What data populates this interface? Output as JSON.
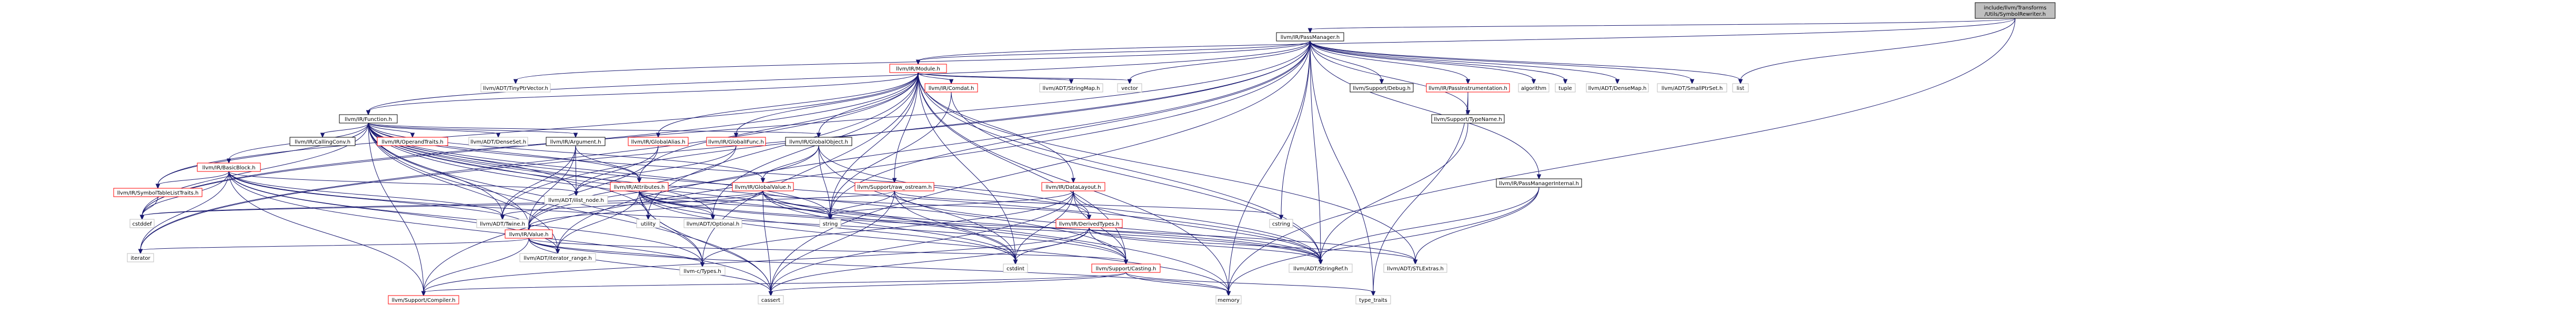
{
  "colors": {
    "root_fill": "#bfbfbf",
    "root_stroke": "#000000",
    "node_fill": "#ffffff",
    "node_stroke": "#000000",
    "red_stroke": "#ff0000",
    "grey_stroke": "#bfbfbf",
    "text": "#000000",
    "edge": "#191970"
  },
  "nodes": [
    {
      "id": "root",
      "label": [
        "include/llvm/Transforms",
        "/Utils/SymbolRewriter.h"
      ],
      "kind": "root"
    },
    {
      "id": "passmanager",
      "label": [
        "llvm/IR/PassManager.h"
      ],
      "kind": "normal"
    },
    {
      "id": "module",
      "label": [
        "llvm/IR/Module.h"
      ],
      "kind": "red"
    },
    {
      "id": "tinyptr",
      "label": [
        "llvm/ADT/TinyPtrVector.h"
      ],
      "kind": "grey"
    },
    {
      "id": "function",
      "label": [
        "llvm/IR/Function.h"
      ],
      "kind": "normal"
    },
    {
      "id": "comdat",
      "label": [
        "llvm/IR/Comdat.h"
      ],
      "kind": "red"
    },
    {
      "id": "stringmap",
      "label": [
        "llvm/ADT/StringMap.h"
      ],
      "kind": "grey"
    },
    {
      "id": "vector",
      "label": [
        "vector"
      ],
      "kind": "grey"
    },
    {
      "id": "debug",
      "label": [
        "llvm/Support/Debug.h"
      ],
      "kind": "normal"
    },
    {
      "id": "passinstr",
      "label": [
        "llvm/IR/PassInstrumentation.h"
      ],
      "kind": "red"
    },
    {
      "id": "algorithm",
      "label": [
        "algorithm"
      ],
      "kind": "grey"
    },
    {
      "id": "tuple",
      "label": [
        "tuple"
      ],
      "kind": "grey"
    },
    {
      "id": "densemap",
      "label": [
        "llvm/ADT/DenseMap.h"
      ],
      "kind": "grey"
    },
    {
      "id": "smallptrset",
      "label": [
        "llvm/ADT/SmallPtrSet.h"
      ],
      "kind": "grey"
    },
    {
      "id": "list",
      "label": [
        "list"
      ],
      "kind": "grey"
    },
    {
      "id": "basicblock",
      "label": [
        "llvm/IR/BasicBlock.h"
      ],
      "kind": "red"
    },
    {
      "id": "callingconv",
      "label": [
        "llvm/IR/CallingConv.h"
      ],
      "kind": "normal"
    },
    {
      "id": "operandtraits",
      "label": [
        "llvm/IR/OperandTraits.h"
      ],
      "kind": "red"
    },
    {
      "id": "denseset",
      "label": [
        "llvm/ADT/DenseSet.h"
      ],
      "kind": "grey"
    },
    {
      "id": "argument",
      "label": [
        "llvm/IR/Argument.h"
      ],
      "kind": "normal"
    },
    {
      "id": "globalalias",
      "label": [
        "llvm/IR/GlobalAlias.h"
      ],
      "kind": "red"
    },
    {
      "id": "globalifunc",
      "label": [
        "llvm/IR/GlobalIFunc.h"
      ],
      "kind": "red"
    },
    {
      "id": "globalobject",
      "label": [
        "llvm/IR/GlobalObject.h"
      ],
      "kind": "normal"
    },
    {
      "id": "typename",
      "label": [
        "llvm/Support/TypeName.h"
      ],
      "kind": "normal"
    },
    {
      "id": "pmi",
      "label": [
        "llvm/IR/PassManagerInternal.h"
      ],
      "kind": "normal"
    },
    {
      "id": "symtab",
      "label": [
        "llvm/IR/SymbolTableListTraits.h"
      ],
      "kind": "red"
    },
    {
      "id": "ilistnode",
      "label": [
        "llvm/ADT/ilist_node.h"
      ],
      "kind": "grey"
    },
    {
      "id": "attributes",
      "label": [
        "llvm/IR/Attributes.h"
      ],
      "kind": "red"
    },
    {
      "id": "globalvalue",
      "label": [
        "llvm/IR/GlobalValue.h"
      ],
      "kind": "red"
    },
    {
      "id": "rawostream",
      "label": [
        "llvm/Support/raw_ostream.h"
      ],
      "kind": "red"
    },
    {
      "id": "datalayout",
      "label": [
        "llvm/IR/DataLayout.h"
      ],
      "kind": "red"
    },
    {
      "id": "cstddef",
      "label": [
        "cstddef"
      ],
      "kind": "grey"
    },
    {
      "id": "twine",
      "label": [
        "llvm/ADT/Twine.h"
      ],
      "kind": "grey"
    },
    {
      "id": "value",
      "label": [
        "llvm/IR/Value.h"
      ],
      "kind": "red"
    },
    {
      "id": "utility",
      "label": [
        "utility"
      ],
      "kind": "grey"
    },
    {
      "id": "optional",
      "label": [
        "llvm/ADT/Optional.h"
      ],
      "kind": "grey"
    },
    {
      "id": "string",
      "label": [
        "string"
      ],
      "kind": "grey"
    },
    {
      "id": "derivedtypes",
      "label": [
        "llvm/IR/DerivedTypes.h"
      ],
      "kind": "red"
    },
    {
      "id": "cstring",
      "label": [
        "cstring"
      ],
      "kind": "grey"
    },
    {
      "id": "iterator",
      "label": [
        "iterator"
      ],
      "kind": "grey"
    },
    {
      "id": "itrange",
      "label": [
        "llvm/ADT/iterator_range.h"
      ],
      "kind": "grey"
    },
    {
      "id": "ctypes",
      "label": [
        "llvm-c/Types.h"
      ],
      "kind": "grey"
    },
    {
      "id": "cstdint",
      "label": [
        "cstdint"
      ],
      "kind": "grey"
    },
    {
      "id": "casting",
      "label": [
        "llvm/Support/Casting.h"
      ],
      "kind": "red"
    },
    {
      "id": "stringref",
      "label": [
        "llvm/ADT/StringRef.h"
      ],
      "kind": "grey"
    },
    {
      "id": "stlextras",
      "label": [
        "llvm/ADT/STLExtras.h"
      ],
      "kind": "grey"
    },
    {
      "id": "compiler",
      "label": [
        "llvm/Support/Compiler.h"
      ],
      "kind": "red"
    },
    {
      "id": "cassert",
      "label": [
        "cassert"
      ],
      "kind": "grey"
    },
    {
      "id": "memory",
      "label": [
        "memory"
      ],
      "kind": "grey"
    },
    {
      "id": "typetraits",
      "label": [
        "type_traits"
      ],
      "kind": "grey"
    }
  ],
  "edges": [
    [
      "root",
      "passmanager"
    ],
    [
      "root",
      "list"
    ],
    [
      "root",
      "memory"
    ],
    [
      "root",
      "module"
    ],
    [
      "passmanager",
      "tinyptr"
    ],
    [
      "passmanager",
      "module"
    ],
    [
      "passmanager",
      "function"
    ],
    [
      "passmanager",
      "vector"
    ],
    [
      "passmanager",
      "debug"
    ],
    [
      "passmanager",
      "passinstr"
    ],
    [
      "passmanager",
      "algorithm"
    ],
    [
      "passmanager",
      "tuple"
    ],
    [
      "passmanager",
      "densemap"
    ],
    [
      "passmanager",
      "smallptrset"
    ],
    [
      "passmanager",
      "list"
    ],
    [
      "passmanager",
      "typename"
    ],
    [
      "passmanager",
      "pmi"
    ],
    [
      "passmanager",
      "stringref"
    ],
    [
      "passmanager",
      "cassert"
    ],
    [
      "passmanager",
      "cstring"
    ],
    [
      "passmanager",
      "memory"
    ],
    [
      "passmanager",
      "typetraits"
    ],
    [
      "passmanager",
      "cstddef"
    ],
    [
      "passmanager",
      "twine"
    ],
    [
      "passmanager",
      "compiler"
    ],
    [
      "passmanager",
      "string"
    ],
    [
      "passmanager",
      "iterator"
    ],
    [
      "passmanager",
      "itrange"
    ],
    [
      "module",
      "function"
    ],
    [
      "module",
      "comdat"
    ],
    [
      "module",
      "stringmap"
    ],
    [
      "module",
      "vector"
    ],
    [
      "module",
      "globalalias"
    ],
    [
      "module",
      "globalifunc"
    ],
    [
      "module",
      "globalobject"
    ],
    [
      "module",
      "datalayout"
    ],
    [
      "module",
      "rawostream"
    ],
    [
      "module",
      "symtab"
    ],
    [
      "module",
      "attributes"
    ],
    [
      "module",
      "ctypes"
    ],
    [
      "module",
      "cstddef"
    ],
    [
      "module",
      "cstdint"
    ],
    [
      "module",
      "iterator"
    ],
    [
      "module",
      "memory"
    ],
    [
      "module",
      "string"
    ],
    [
      "module",
      "stringref"
    ],
    [
      "module",
      "stlextras"
    ],
    [
      "module",
      "casting"
    ],
    [
      "module",
      "utility"
    ],
    [
      "module",
      "optional"
    ],
    [
      "function",
      "basicblock"
    ],
    [
      "function",
      "callingconv"
    ],
    [
      "function",
      "operandtraits"
    ],
    [
      "function",
      "denseset"
    ],
    [
      "function",
      "argument"
    ],
    [
      "function",
      "globalobject"
    ],
    [
      "function",
      "symtab"
    ],
    [
      "function",
      "ilistnode"
    ],
    [
      "function",
      "attributes"
    ],
    [
      "function",
      "value"
    ],
    [
      "function",
      "derivedtypes"
    ],
    [
      "function",
      "globalvalue"
    ],
    [
      "function",
      "cstddef"
    ],
    [
      "function",
      "twine"
    ],
    [
      "function",
      "string"
    ],
    [
      "function",
      "cassert"
    ],
    [
      "function",
      "cstdint"
    ],
    [
      "function",
      "memory"
    ],
    [
      "function",
      "casting"
    ],
    [
      "function",
      "stringref"
    ],
    [
      "function",
      "itrange"
    ],
    [
      "function",
      "compiler"
    ],
    [
      "function",
      "ctypes"
    ],
    [
      "function",
      "utility"
    ],
    [
      "function",
      "optional"
    ],
    [
      "comdat",
      "string"
    ],
    [
      "comdat",
      "stringref"
    ],
    [
      "passinstr",
      "typename"
    ],
    [
      "passinstr",
      "typetraits"
    ],
    [
      "basicblock",
      "symtab"
    ],
    [
      "basicblock",
      "ilistnode"
    ],
    [
      "basicblock",
      "value"
    ],
    [
      "basicblock",
      "cstddef"
    ],
    [
      "basicblock",
      "iterator"
    ],
    [
      "basicblock",
      "twine"
    ],
    [
      "basicblock",
      "itrange"
    ],
    [
      "basicblock",
      "ctypes"
    ],
    [
      "basicblock",
      "cassert"
    ],
    [
      "basicblock",
      "compiler"
    ],
    [
      "basicblock",
      "casting"
    ],
    [
      "argument",
      "ilistnode"
    ],
    [
      "argument",
      "attributes"
    ],
    [
      "argument",
      "value"
    ],
    [
      "argument",
      "twine"
    ],
    [
      "globalalias",
      "ilistnode"
    ],
    [
      "globalalias",
      "value"
    ],
    [
      "globalifunc",
      "ilistnode"
    ],
    [
      "globalifunc",
      "value"
    ],
    [
      "globalobject",
      "globalvalue"
    ],
    [
      "globalobject",
      "value"
    ],
    [
      "globalobject",
      "stringref"
    ],
    [
      "globalobject",
      "cstdint"
    ],
    [
      "globalobject",
      "string"
    ],
    [
      "typename",
      "stringref"
    ],
    [
      "pmi",
      "memory"
    ],
    [
      "pmi",
      "stringref"
    ],
    [
      "pmi",
      "stlextras"
    ],
    [
      "symtab",
      "cstddef"
    ],
    [
      "attributes",
      "optional"
    ],
    [
      "attributes",
      "stringref"
    ],
    [
      "attributes",
      "utility"
    ],
    [
      "attributes",
      "string"
    ],
    [
      "attributes",
      "cassert"
    ],
    [
      "attributes",
      "cstdint"
    ],
    [
      "attributes",
      "ctypes"
    ],
    [
      "attributes",
      "memory"
    ],
    [
      "attributes",
      "itrange"
    ],
    [
      "attributes",
      "stlextras"
    ],
    [
      "globalvalue",
      "value"
    ],
    [
      "globalvalue",
      "derivedtypes"
    ],
    [
      "globalvalue",
      "twine"
    ],
    [
      "globalvalue",
      "stringref"
    ],
    [
      "globalvalue",
      "casting"
    ],
    [
      "globalvalue",
      "string"
    ],
    [
      "globalvalue",
      "cassert"
    ],
    [
      "globalvalue",
      "cstdint"
    ],
    [
      "globalvalue",
      "cstddef"
    ],
    [
      "rawostream",
      "stringref"
    ],
    [
      "rawostream",
      "cassert"
    ],
    [
      "rawostream",
      "cstddef"
    ],
    [
      "rawostream",
      "cstdint"
    ],
    [
      "rawostream",
      "string"
    ],
    [
      "rawostream",
      "cstring"
    ],
    [
      "datalayout",
      "derivedtypes"
    ],
    [
      "datalayout",
      "stringref"
    ],
    [
      "datalayout",
      "casting"
    ],
    [
      "datalayout",
      "cassert"
    ],
    [
      "datalayout",
      "cstdint"
    ],
    [
      "datalayout",
      "string"
    ],
    [
      "datalayout",
      "ctypes"
    ],
    [
      "value",
      "iterator"
    ],
    [
      "value",
      "itrange"
    ],
    [
      "value",
      "ctypes"
    ],
    [
      "value",
      "cassert"
    ],
    [
      "value",
      "compiler"
    ],
    [
      "value",
      "casting"
    ],
    [
      "value",
      "memory"
    ],
    [
      "derivedtypes",
      "stringref"
    ],
    [
      "derivedtypes",
      "casting"
    ],
    [
      "derivedtypes",
      "cassert"
    ],
    [
      "derivedtypes",
      "cstdint"
    ],
    [
      "derivedtypes",
      "compiler"
    ],
    [
      "derivedtypes",
      "stlextras"
    ],
    [
      "casting",
      "compiler"
    ],
    [
      "casting",
      "cassert"
    ],
    [
      "casting",
      "memory"
    ],
    [
      "casting",
      "typetraits"
    ]
  ]
}
